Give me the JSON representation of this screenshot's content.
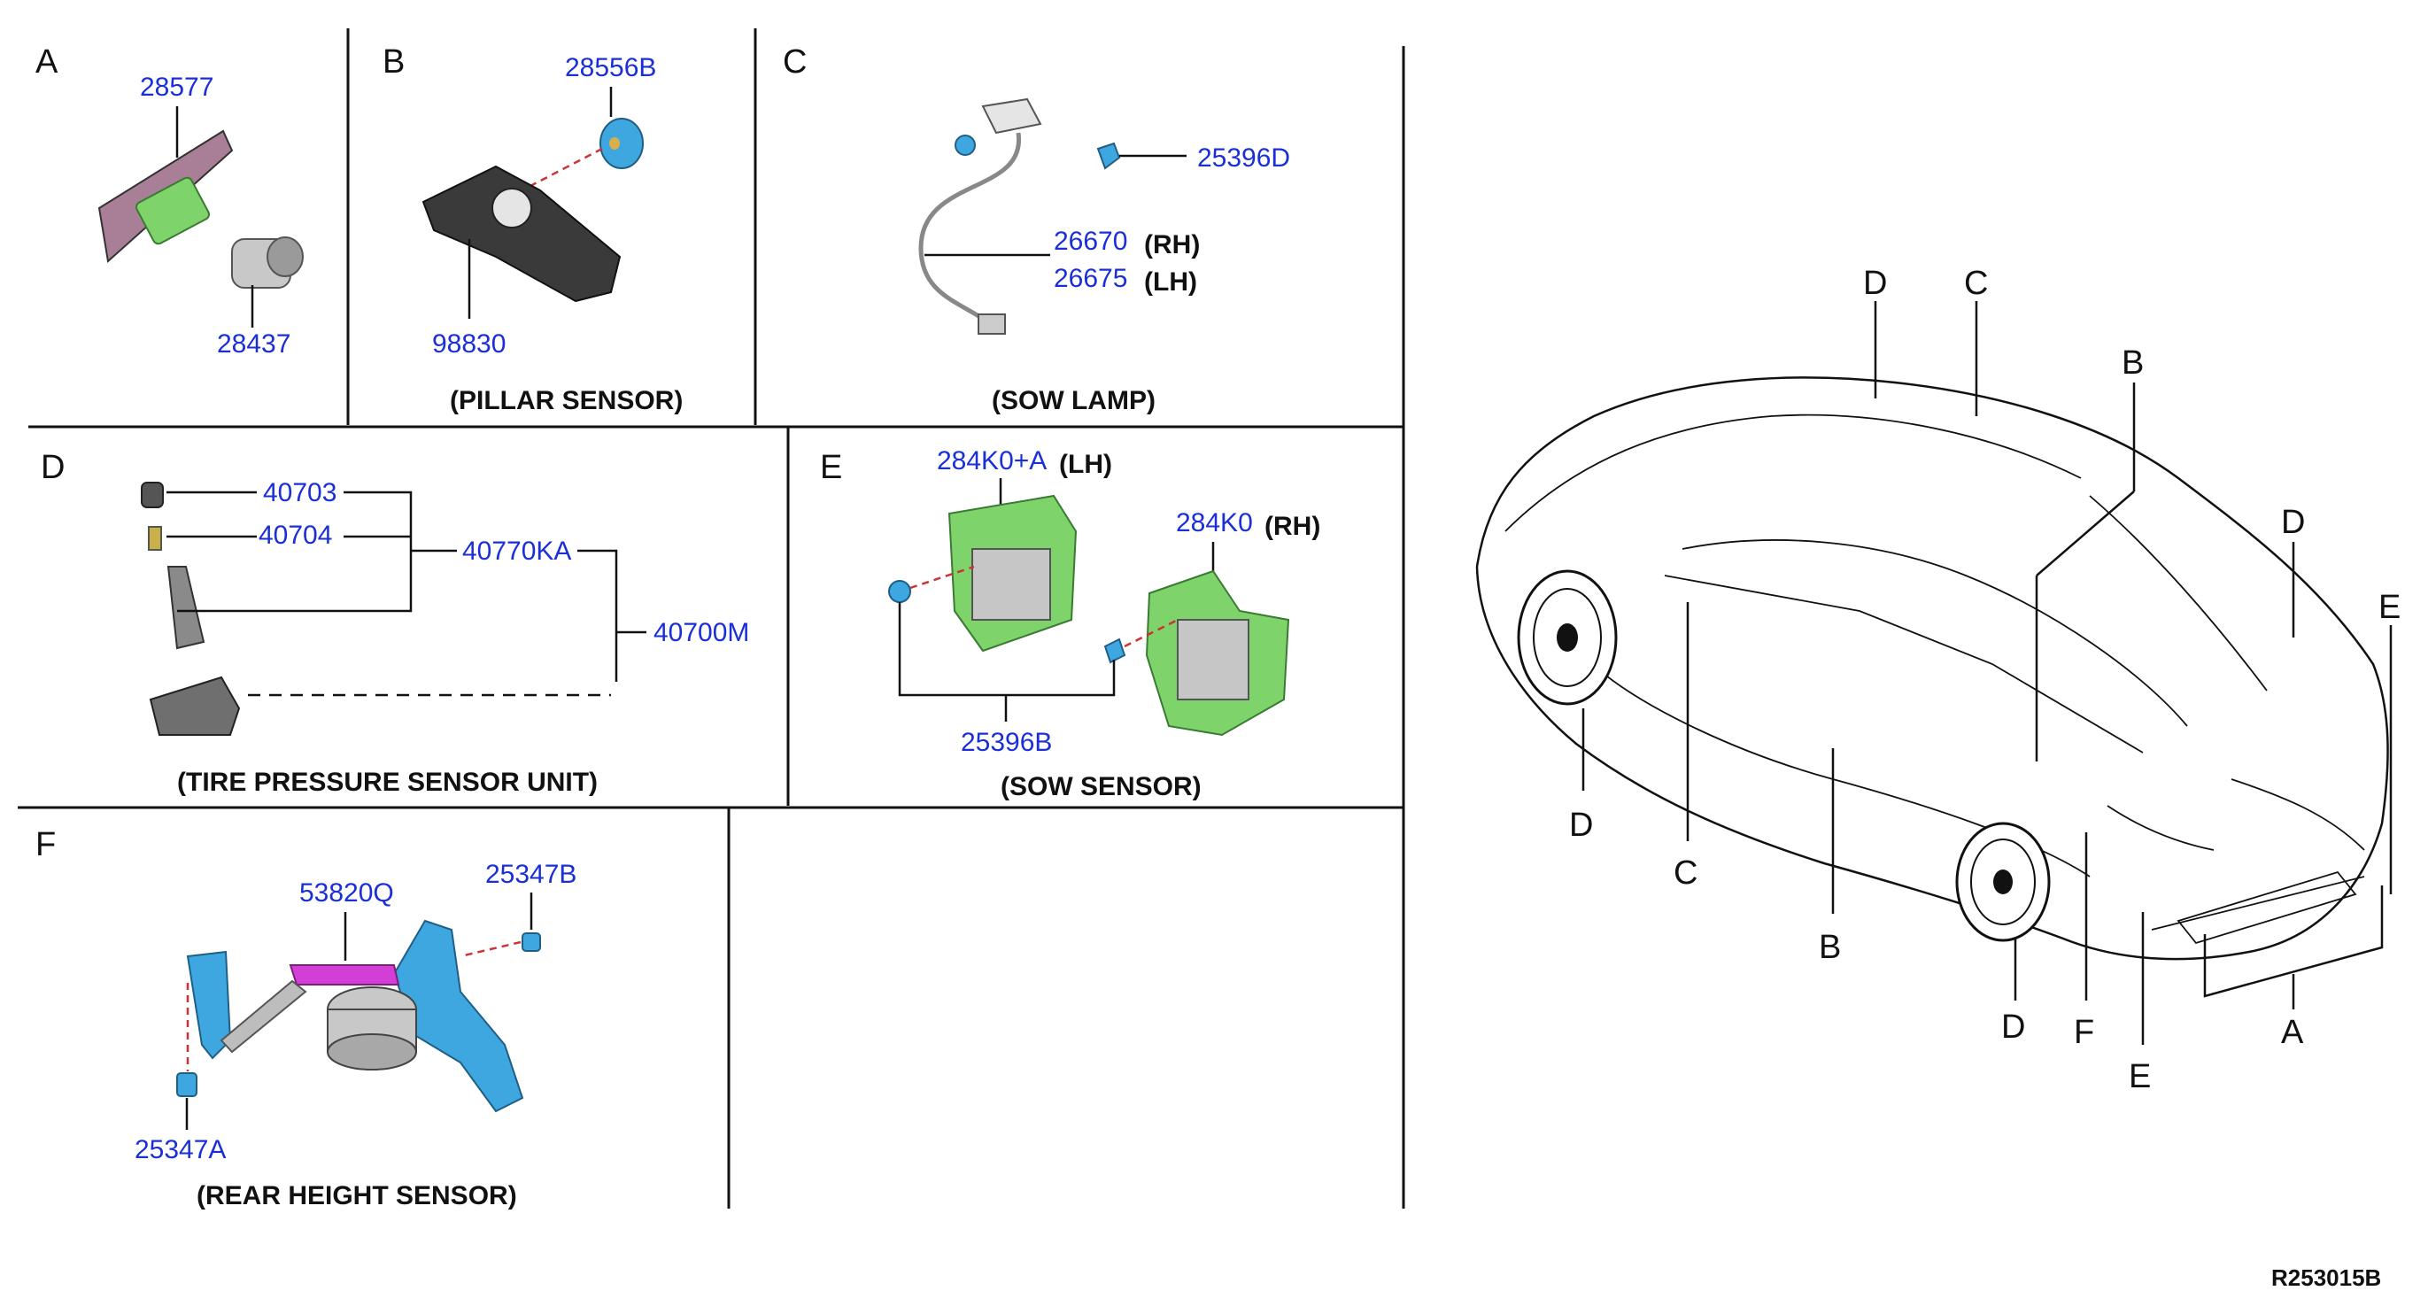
{
  "sections": {
    "a": {
      "letter": "A",
      "parts": {
        "p1": "28577",
        "p2": "28437"
      }
    },
    "b": {
      "letter": "B",
      "parts": {
        "p1": "28556B",
        "p2": "98830"
      },
      "caption": "(PILLAR SENSOR)"
    },
    "c": {
      "letter": "C",
      "parts": {
        "p1": "25396D",
        "p2": "26670",
        "p3": "26675"
      },
      "side": {
        "rh": "(RH)",
        "lh": "(LH)"
      },
      "caption": "(SOW LAMP)"
    },
    "d": {
      "letter": "D",
      "parts": {
        "p1": "40703",
        "p2": "40704",
        "p3": "40770KA",
        "p4": "40700M"
      },
      "caption": "(TIRE PRESSURE SENSOR UNIT)"
    },
    "e": {
      "letter": "E",
      "parts": {
        "p1": "284K0+A",
        "p2": "284K0",
        "p3": "25396B"
      },
      "side": {
        "lh": "(LH)",
        "rh": "(RH)"
      },
      "caption": "(SOW SENSOR)"
    },
    "f": {
      "letter": "F",
      "parts": {
        "p1": "53820Q",
        "p2": "25347B",
        "p3": "25347A"
      },
      "caption": "(REAR HEIGHT SENSOR)"
    }
  },
  "car_callouts": {
    "d_top": "D",
    "c_top": "C",
    "b_top": "B",
    "d_right": "D",
    "e_right": "E",
    "d_left": "D",
    "c_left": "C",
    "b_bottom": "B",
    "d_bottom": "D",
    "f_bottom": "F",
    "e_bottom": "E",
    "a_bottom": "A"
  },
  "reference": "R253015B",
  "colors": {
    "part_number": "#1b2fd6",
    "green_part": "#7ed36b",
    "blue_part": "#3fa7e0",
    "magenta_part": "#d33fd6"
  }
}
